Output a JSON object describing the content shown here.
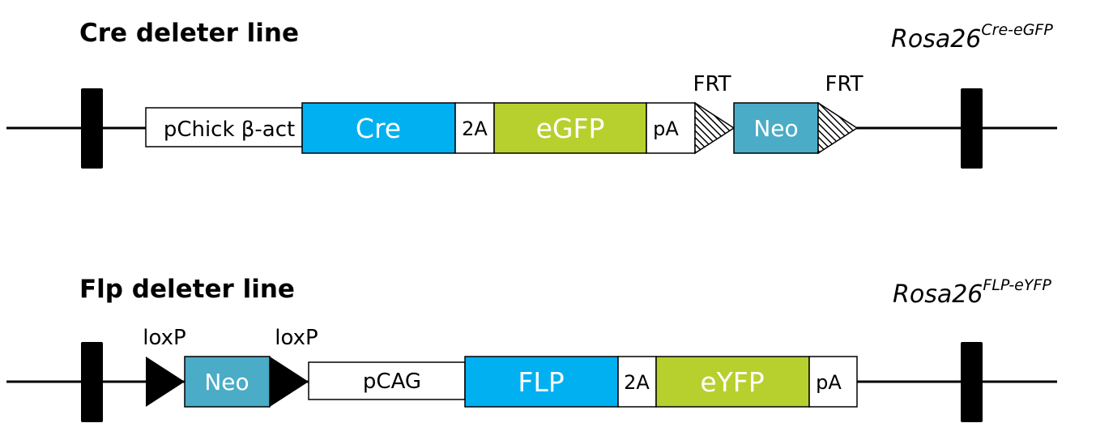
{
  "colors": {
    "cre_flp": "#00b0f0",
    "egfp_eyfp": "#b8d02e",
    "neo": "#4aacc6",
    "white": "#ffffff",
    "black": "#000000"
  },
  "cre_line": {
    "title": "Cre deleter line",
    "allele": "Rosa26",
    "allele_sup": "Cre-eGFP",
    "promoter": "pChick β-act",
    "recombinase": "Cre",
    "linker": "2A",
    "reporter": "eGFP",
    "polyA": "pA",
    "selection": "Neo",
    "frt_left": "FRT",
    "frt_right": "FRT"
  },
  "flp_line": {
    "title": "Flp deleter line",
    "allele": "Rosa26",
    "allele_sup": "FLP-eYFP",
    "loxp_left": "loxP",
    "loxp_right": "loxP",
    "selection": "Neo",
    "promoter": "pCAG",
    "recombinase": "FLP",
    "linker": "2A",
    "reporter": "eYFP",
    "polyA": "pA"
  }
}
